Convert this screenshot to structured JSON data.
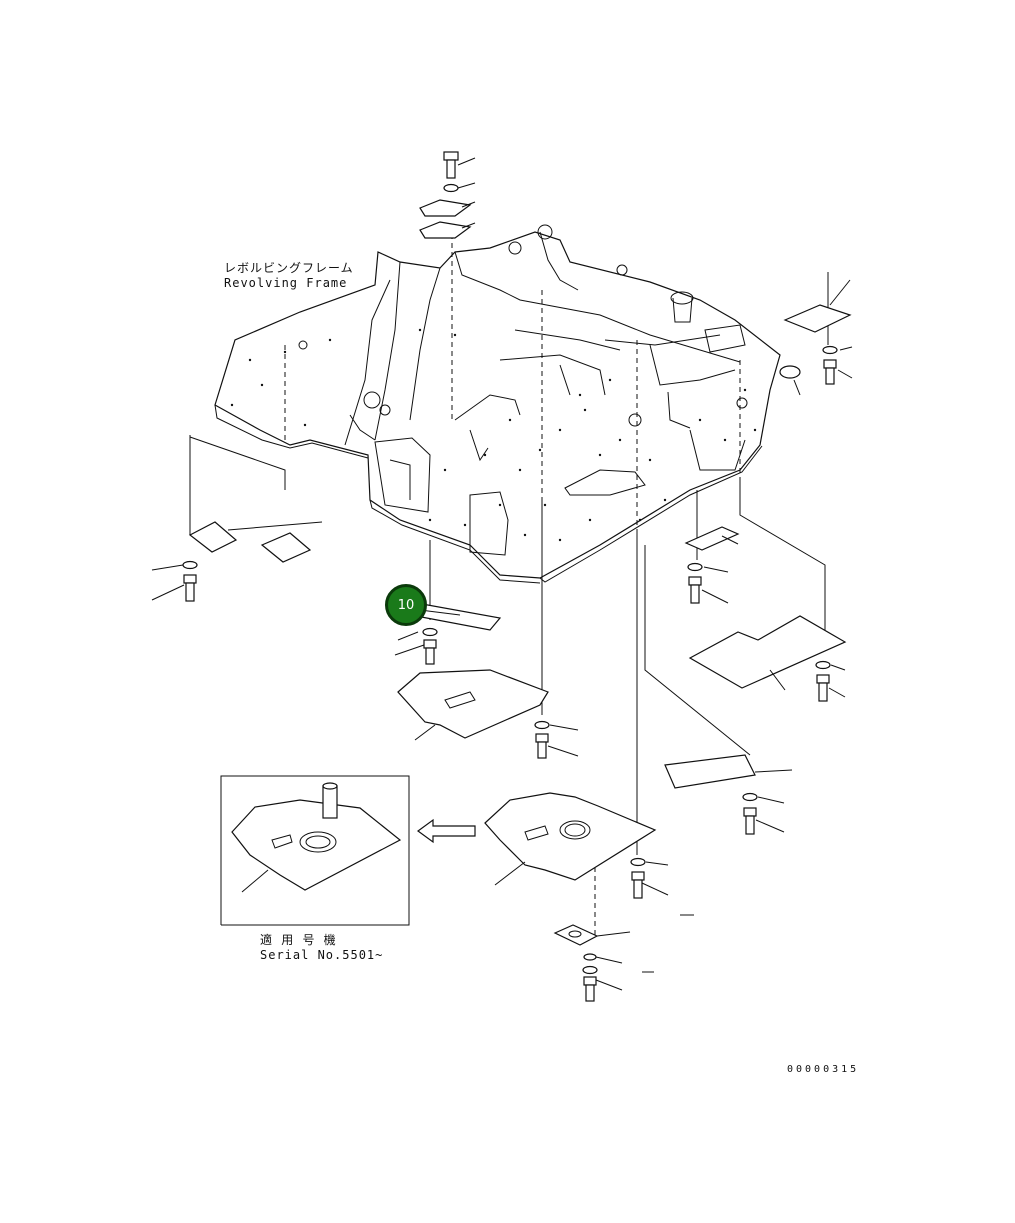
{
  "labels": {
    "frame_jp": "レボルビングフレーム",
    "frame_en": "Revolving Frame",
    "serial_jp": "適 用 号 機",
    "serial_en": "Serial No.5501~",
    "drawing_no": "00000315"
  },
  "callout": {
    "number": "10",
    "color": "#1a7a1a",
    "border": "#0b3a0b"
  }
}
